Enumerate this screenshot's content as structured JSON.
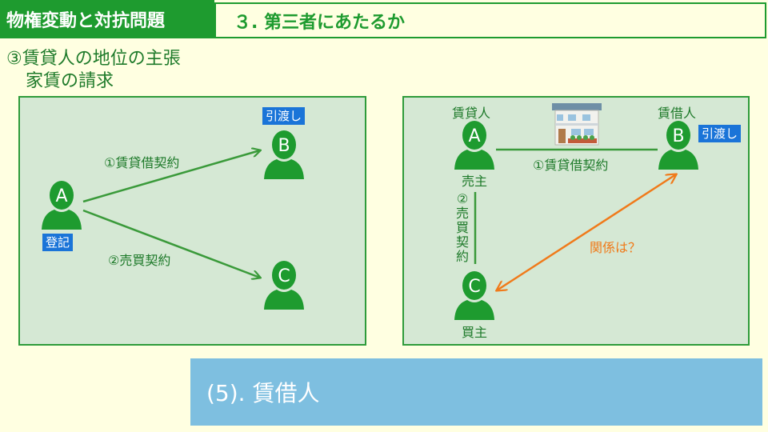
{
  "header": {
    "left_title": "物権変動と対抗問題",
    "right_title": "３. 第三者にあたるか"
  },
  "subtitle": {
    "line1": "③賃貸人の地位の主張",
    "line2": "家賃の請求"
  },
  "left_panel": {
    "persons": {
      "a": "A",
      "b": "B",
      "c": "C"
    },
    "badge_a": "登記",
    "badge_b": "引渡し",
    "arrow_ab_label": "①賃貸借契約",
    "arrow_ac_label": "②売買契約"
  },
  "right_panel": {
    "persons": {
      "a": "A",
      "b": "B",
      "c": "C"
    },
    "a_top": "賃貸人",
    "a_bottom": "売主",
    "b_top": "賃借人",
    "badge_b": "引渡し",
    "c_bottom": "買主",
    "line_ab_label": "①賃貸借契約",
    "line_ac_label": "②売買契約",
    "arrow_bc_label": "関係は？"
  },
  "footer": {
    "text": "(5). 賃借人"
  },
  "colors": {
    "green": "#1e9b2f",
    "panel_bg": "#d5e8d4",
    "badge_blue": "#1a74d8",
    "orange": "#f07a1a",
    "band_blue": "#7ebfe0"
  },
  "icons": {
    "person": "person-silhouette-icon",
    "house": "house-icon"
  }
}
